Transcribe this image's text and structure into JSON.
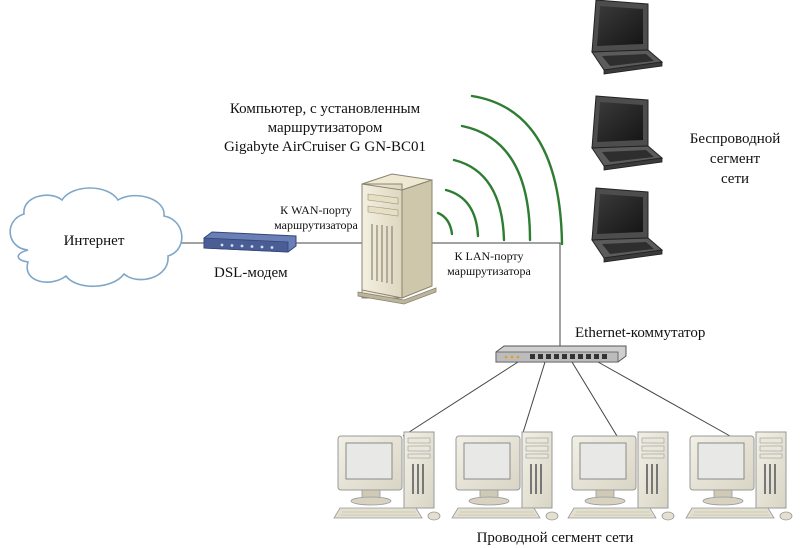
{
  "labels": {
    "internet": "Интернет",
    "dsl_modem": "DSL-модем",
    "server_caption": [
      "Компьютер, с установленным",
      "маршрутизатором",
      "Gigabyte AirCruiser G GN-BC01"
    ],
    "wan_port": [
      "К WAN-порту",
      "маршрутизатора"
    ],
    "lan_port": [
      "К LAN-порту",
      "маршрутизатора"
    ],
    "wireless_segment": [
      "Беспроводной",
      "сегмент",
      "сети"
    ],
    "ethernet_switch": "Ethernet-коммутатор",
    "wired_segment": "Проводной сегмент сети"
  },
  "colors": {
    "cloud_fill": "#ffffff",
    "cloud_stroke": "#7fa7c8",
    "wifi_arc": "#2e7d32",
    "modem": "#4a5e95",
    "line": "#444444"
  },
  "icons": [
    "cloud-icon",
    "modem-icon",
    "server-icon",
    "wifi-icon",
    "laptop-icon",
    "switch-icon",
    "desktop-icon"
  ]
}
